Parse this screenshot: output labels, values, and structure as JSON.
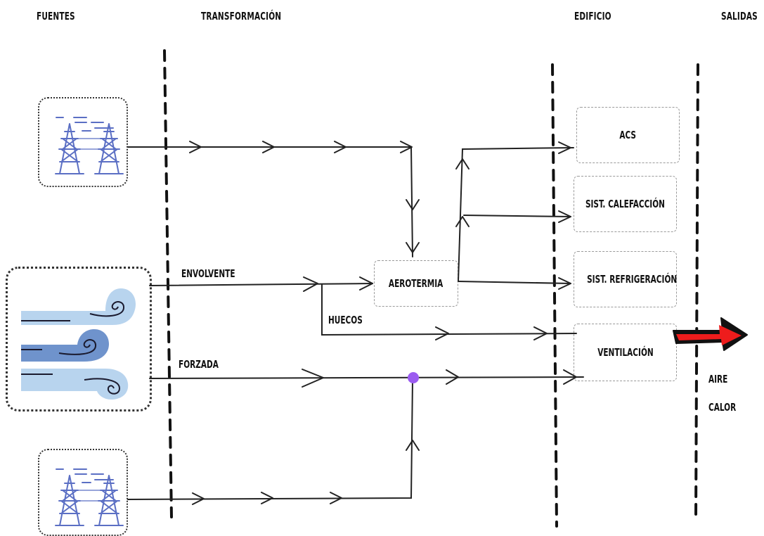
{
  "columns": {
    "fuentes": "FUENTES",
    "transformacion": "TRANSFORMACIÓN",
    "edificio": "EDIFICIO",
    "salidas": "SALIDAS"
  },
  "labels": {
    "envolvente": "ENVOLVENTE",
    "huecos": "HUECOS",
    "forzada": "FORZADA",
    "aire": "AIRE",
    "calor": "CALOR"
  },
  "transformation": {
    "aerotermia": "AEROTERMIA"
  },
  "building": {
    "acs": "ACS",
    "calefaccion": "SIST. CALEFACCIÓN",
    "refrigeracion": "SIST.  REFRIGERACIÓN",
    "ventilacion": "VENTILACIÓN"
  },
  "sources": [
    {
      "icon": "power-tower-icon"
    },
    {
      "icon": "wind-icon"
    },
    {
      "icon": "power-tower-icon"
    }
  ],
  "colors": {
    "line": "#222222",
    "icon_blue": "#5b6fc4",
    "wind_light": "#b8d4ee",
    "wind_dark": "#6f93cc",
    "exit_arrow": "#ee1c1c",
    "junction_dot": "#9b5cf0"
  }
}
